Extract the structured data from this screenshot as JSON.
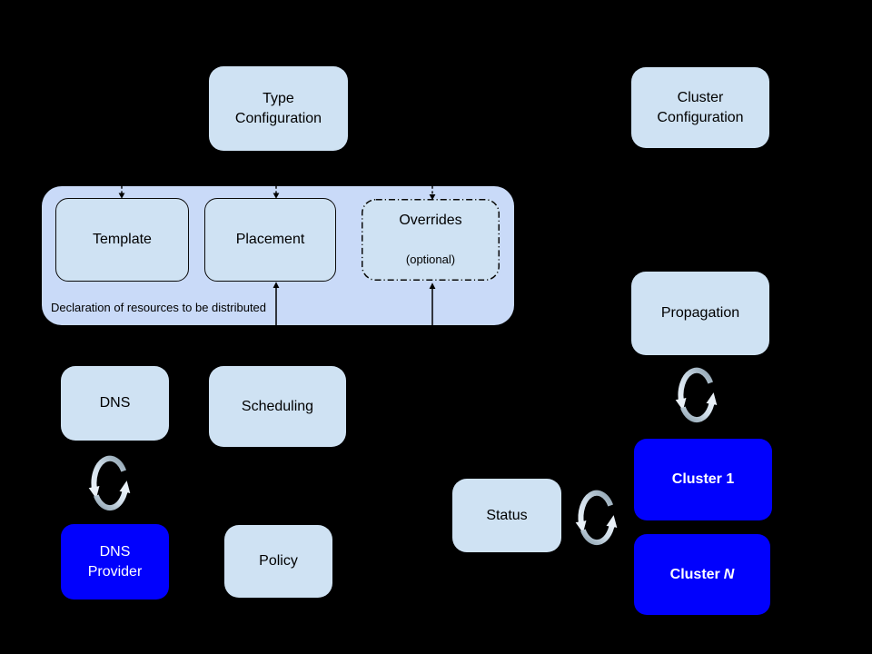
{
  "colors": {
    "background": "#000000",
    "light_box_fill": "#cfe2f3",
    "group_fill": "#c9daf8",
    "cluster_blue": "#0101fd",
    "text_on_light": "#000000",
    "text_on_blue": "#ffffff",
    "sync_arrow_light": "#e9f0f7",
    "sync_arrow_dark": "#8ea2b0",
    "arrow_black": "#000000"
  },
  "nodes": {
    "type_configuration": {
      "label": "Type\nConfiguration"
    },
    "cluster_configuration": {
      "label": "Cluster\nConfiguration"
    },
    "resource_group": {
      "caption": "Declaration of resources to be distributed",
      "template": {
        "label": "Template"
      },
      "placement": {
        "label": "Placement"
      },
      "overrides": {
        "label": "Overrides",
        "sublabel": "(optional)"
      }
    },
    "propagation": {
      "label": "Propagation"
    },
    "dns": {
      "label": "DNS"
    },
    "scheduling": {
      "label": "Scheduling"
    },
    "status": {
      "label": "Status"
    },
    "policy": {
      "label": "Policy"
    },
    "dns_provider": {
      "label": "DNS\nProvider"
    },
    "cluster_1": {
      "label": "Cluster 1"
    },
    "cluster_n": {
      "label_prefix": "Cluster",
      "label_suffix": "N"
    }
  },
  "icons": {
    "sync_dns_provider": "sync-arrows-icon",
    "sync_propagation_clusters": "sync-arrows-icon",
    "sync_status_clusters": "sync-arrows-icon"
  }
}
